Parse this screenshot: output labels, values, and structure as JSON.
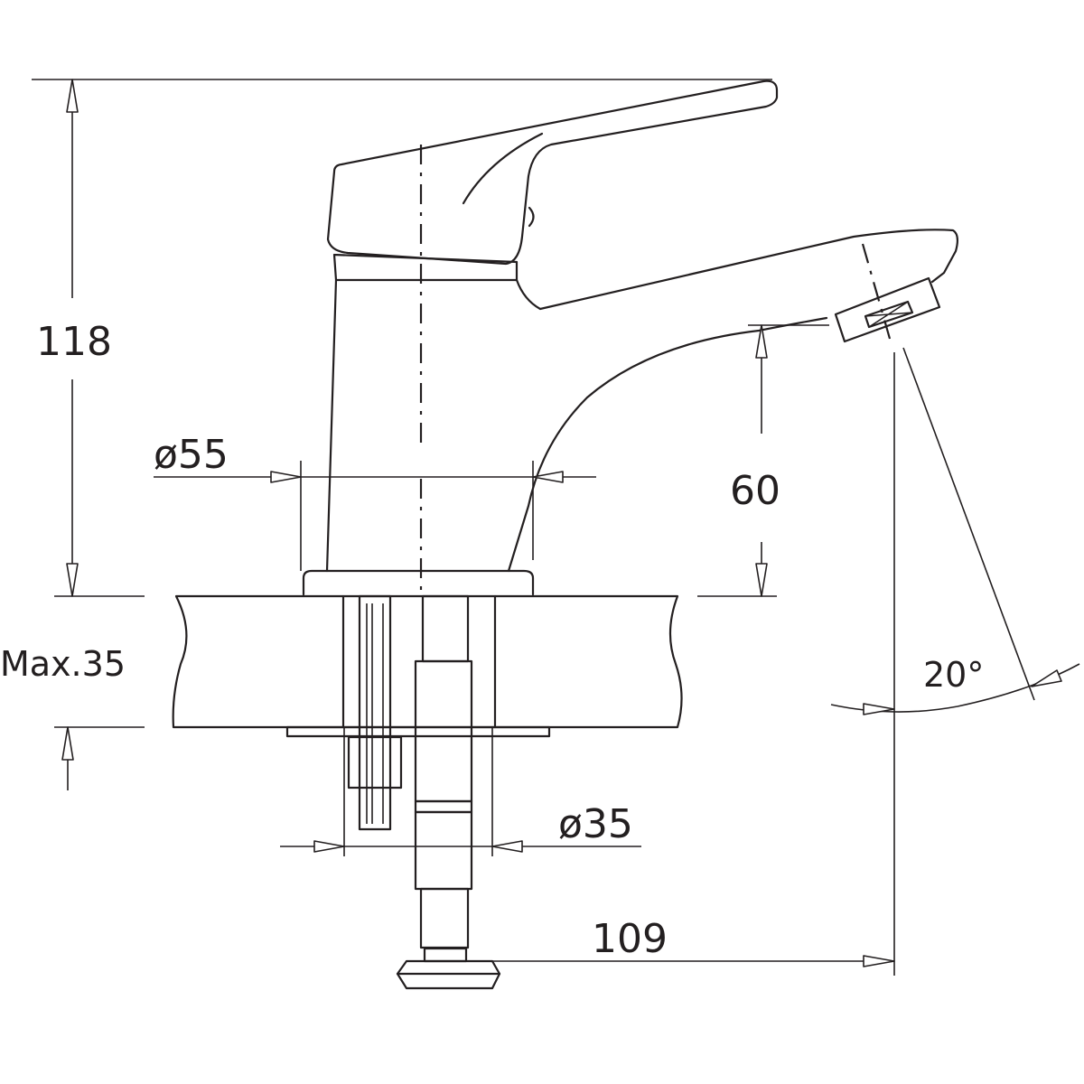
{
  "dimensions": {
    "height_overall": "118",
    "base_diameter": "ø55",
    "spout_clearance": "60",
    "max_deck_thickness": "Max.35",
    "mount_hole_diameter": "ø35",
    "spout_reach": "109",
    "outlet_angle": "20°"
  }
}
